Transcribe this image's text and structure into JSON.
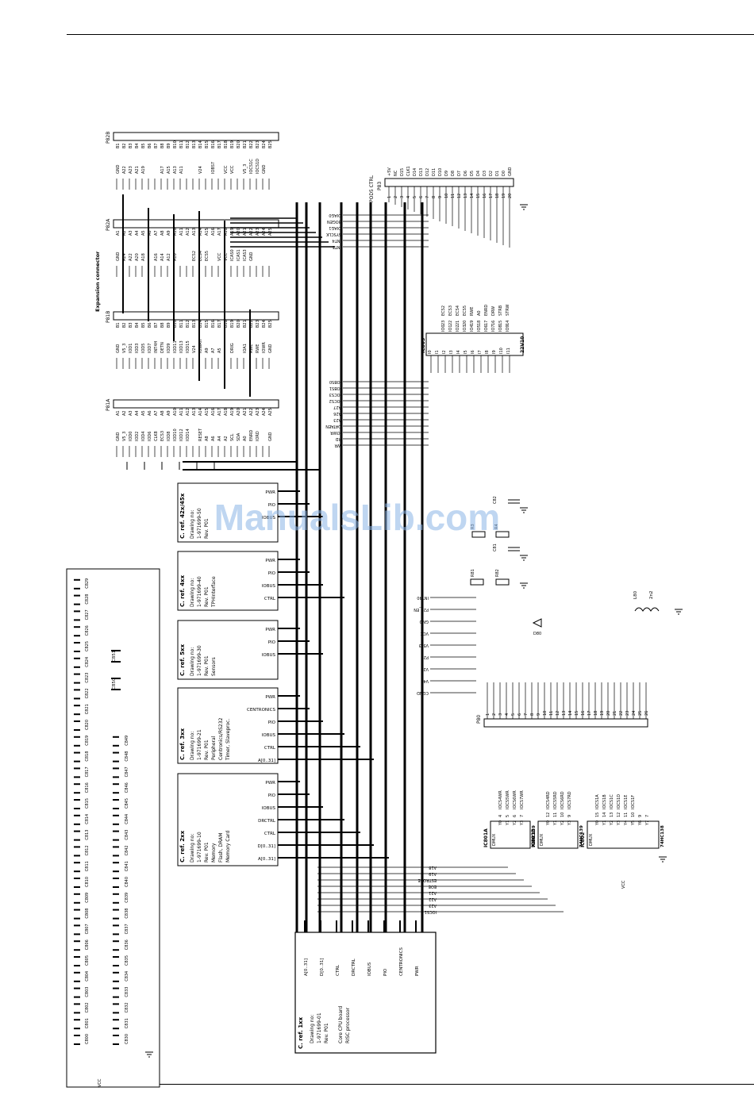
{
  "watermark": "ManualsLib.com",
  "modules": [
    {
      "ref": "C. ref. 42x/45x",
      "lines": [
        "Drawing no:",
        "1-971699-50",
        "Rev. P01"
      ],
      "signals": [
        "PWR",
        "PIO",
        "IOBUS"
      ]
    },
    {
      "ref": "C. ref. 4xx",
      "lines": [
        "Drawing no:",
        "1-971699-40",
        "Rev. P01",
        "TPHInterface"
      ],
      "signals": [
        "PWR",
        "PIO",
        "IOBUS",
        "CTRL"
      ]
    },
    {
      "ref": "C. ref. 5xx",
      "lines": [
        "Drawing no:",
        "1-971699-30",
        "Rev. P01",
        "Sensors"
      ],
      "signals": [
        "PWR",
        "PIO",
        "IOBUS"
      ]
    },
    {
      "ref": "C. ref. 3xx",
      "lines": [
        "Drawing no:",
        "1-971699-21",
        "Rev. P01",
        "Peripheral",
        "Centronics/RS232",
        "Timer, Slaveproc."
      ],
      "signals": [
        "PWR",
        "CENTRONICS",
        "PIO",
        "IOBUS",
        "CTRL",
        "A[0..31]"
      ]
    },
    {
      "ref": "C. ref. 2xx",
      "lines": [
        "Drawing no:",
        "1-971699-10",
        "Rev. P01",
        "Memory",
        "Flash, DRAM",
        "Memory Card"
      ],
      "signals": [
        "PWR",
        "PIO",
        "IOBUS",
        "DRCTRL",
        "CTRL",
        "D[0..31]",
        "A[0..31]"
      ]
    }
  ],
  "core": {
    "ref": "C. ref. 1xx",
    "lines": [
      "Drawing no:",
      "1-971699-01",
      "Rev. P01",
      "",
      "Core CPU board",
      "RISC processor"
    ],
    "signals": [
      "A[0..31]",
      "D[0..31]",
      "CTRL",
      "DRCTRL",
      "IOBUS",
      "PIO",
      "CENTRONICS",
      "PWR"
    ]
  },
  "expansion": {
    "title": "Expansion connector",
    "connectors": [
      {
        "name": "P82B",
        "pins": [
          "B1",
          "B2",
          "B3",
          "B4",
          "B5",
          "B6",
          "B7",
          "B8",
          "B9",
          "B10",
          "B11",
          "B12",
          "B13",
          "B14",
          "B15",
          "B16",
          "B17",
          "B18",
          "B19",
          "B20",
          "B21",
          "B22",
          "B23",
          "B24",
          "B25"
        ],
        "signals": [
          "GND",
          "A22",
          "A23",
          "A21",
          "A19",
          "",
          "",
          "A17",
          "A15",
          "A13",
          "A11",
          "",
          "",
          "V24",
          "",
          "IOBS7",
          "",
          "VCC",
          "VCC",
          "",
          "V5_3",
          "IOCS1C",
          "IOCS1D",
          "GND",
          ""
        ]
      },
      {
        "name": "P82A",
        "pins": [
          "A1",
          "A2",
          "A3",
          "A4",
          "A5",
          "A6",
          "A7",
          "A8",
          "A9",
          "A10",
          "A11",
          "A12",
          "A13",
          "A14",
          "A15",
          "A16",
          "A17",
          "A18",
          "A19",
          "A20",
          "A21",
          "A22",
          "A23",
          "A24",
          "A25"
        ],
        "signals": [
          "GND",
          "A24",
          "A22",
          "A20",
          "A18",
          "",
          "A16",
          "A14",
          "A12",
          "A10",
          "",
          "",
          "ECS2",
          "ECS4",
          "ECS5",
          "",
          "VCC",
          "VCC",
          "ICAS0",
          "ICAS1",
          "ICAS3",
          "GND",
          "",
          "",
          ""
        ]
      },
      {
        "name": "P81B",
        "pins": [
          "B1",
          "B2",
          "B3",
          "B4",
          "B5",
          "B6",
          "B7",
          "B8",
          "B9",
          "B10",
          "B11",
          "B12",
          "B13",
          "B14",
          "B15",
          "B16",
          "B17",
          "B18",
          "B19",
          "B20",
          "B21",
          "B22",
          "B23",
          "B24",
          "B25"
        ],
        "signals": [
          "GND",
          "V5_3",
          "IOD1",
          "IOD3",
          "IOD5",
          "IOD7",
          "INT4H",
          "DETN",
          "IOD9",
          "IOD11",
          "IOD13",
          "IOD15",
          "V24",
          "IOWAIT",
          "A9",
          "A7",
          "A5",
          "",
          "DRIG",
          "",
          "IOA1",
          "RWE",
          "RWE",
          "IOWR",
          "GND"
        ]
      },
      {
        "name": "P81A",
        "pins": [
          "A1",
          "A2",
          "A3",
          "A4",
          "A5",
          "A6",
          "A7",
          "A8",
          "A9",
          "A10",
          "A11",
          "A12",
          "A13",
          "A14",
          "A15",
          "A16",
          "A17",
          "A18",
          "A19",
          "A20",
          "A21",
          "A22",
          "A23",
          "A24",
          "A25"
        ],
        "signals": [
          "GND",
          "V5_3",
          "IOD0",
          "IOD2",
          "IOD4",
          "IOD6",
          "CLK8",
          "ECS3",
          "IOD8",
          "IOD10",
          "IOD12",
          "IOD14",
          "",
          "RESET",
          "A8",
          "A6",
          "A4",
          "A2",
          "SCL",
          "SDA",
          "A0",
          "ENRD",
          "IORD",
          "",
          "GND"
        ]
      }
    ]
  },
  "pod5": {
    "name": "P83",
    "title": "POD5 CTRL",
    "pins": [
      "1",
      "2",
      "3",
      "4",
      "5",
      "6",
      "7",
      "8",
      "9",
      "10",
      "11",
      "12",
      "13",
      "14",
      "15",
      "16",
      "17",
      "18",
      "19",
      "20"
    ],
    "signals": [
      "+5V",
      "NC",
      "D15",
      "CLK1",
      "D14",
      "D13",
      "D12",
      "D11",
      "D10",
      "D9",
      "D8",
      "D7",
      "D6",
      "D5",
      "D4",
      "D3",
      "D2",
      "D1",
      "D0",
      "GND"
    ]
  },
  "control_signals": [
    "DIAG0",
    "BOGEN",
    "DIAG1",
    "SYSCLK",
    "INT4",
    "INT5",
    "IOBS0",
    "IOBS1",
    "IOCS3",
    "IOCS2",
    "A27",
    "A26",
    "A23",
    "DATAEN",
    "IOWR",
    "RD",
    "WR"
  ],
  "ic803": {
    "name": "IC803",
    "part": "22V10",
    "inputs": [
      "I0",
      "I1",
      "I2",
      "I3",
      "I4",
      "I5",
      "I6",
      "I7",
      "I8",
      "I9",
      "I10",
      "I11"
    ],
    "outputs": [
      "IO0",
      "IO1",
      "IO2",
      "IO3",
      "IO4",
      "IO5",
      "IO6",
      "IO7",
      "IO8",
      "IO9"
    ],
    "out_pins": [
      "23",
      "22",
      "21",
      "20",
      "19",
      "18",
      "17",
      "16",
      "15",
      "14"
    ],
    "out_signals": [
      "ECS2",
      "ECS3",
      "ECS4",
      "ECS5",
      "RWE",
      "A0",
      "ENRD",
      "DRW",
      "STRB",
      "STRW"
    ]
  },
  "passives": [
    {
      "name": "C82"
    },
    {
      "name": "R3"
    },
    {
      "name": "R4"
    },
    {
      "name": "C81"
    },
    {
      "name": "R81"
    },
    {
      "name": "R82"
    },
    {
      "name": "L80",
      "value": "2n2"
    },
    {
      "name": "D80"
    }
  ],
  "p80": {
    "name": "P80",
    "pins": [
      "1",
      "2",
      "3",
      "4",
      "5",
      "6",
      "7",
      "8",
      "9",
      "10",
      "11",
      "12",
      "13",
      "14",
      "15",
      "16",
      "17",
      "18",
      "19",
      "20",
      "21",
      "22",
      "23",
      "24",
      "25",
      "26"
    ],
    "signals": [
      "INT40",
      "P24_EN",
      "GND",
      "VCC",
      "V5_3",
      "P24",
      "V24",
      "V42",
      "CGND"
    ]
  },
  "decoders": [
    {
      "name": "IC801A",
      "type": "DMUX",
      "part": "74HC139",
      "outputs": [
        "Y0",
        "Y1",
        "Y2",
        "Y3"
      ],
      "out_signals": [
        "IOCS4WR",
        "IOCS5WR",
        "IOCS6WR",
        "IOCS7WR"
      ],
      "pins": [
        "4",
        "5",
        "6",
        "7"
      ]
    },
    {
      "name": "IC801B",
      "type": "DMUX",
      "part": "74HC139",
      "outputs": [
        "Y0",
        "Y1",
        "Y2",
        "Y3"
      ],
      "out_signals": [
        "IOCS4RD",
        "IOCS5RD",
        "IOCS6RD",
        "IOCS7RD"
      ],
      "pins": [
        "12",
        "11",
        "10",
        "9"
      ]
    },
    {
      "name": "IC802",
      "type": "DMUX",
      "part": "74HC138",
      "outputs": [
        "Y0",
        "Y1",
        "Y2",
        "Y3",
        "Y4",
        "Y5",
        "Y6",
        "Y7"
      ],
      "out_signals": [
        "IOCS1A",
        "IOCS1B",
        "IOCS1C",
        "IOCS1D",
        "IOCS1E",
        "IOCS1F",
        "",
        ""
      ],
      "pins": [
        "15",
        "14",
        "13",
        "12",
        "11",
        "10",
        "9",
        "7"
      ]
    }
  ],
  "decoder_inputs": [
    "A18",
    "A19",
    "ESTROBE",
    "EOE",
    "A21",
    "A22",
    "A23",
    "IOCS1"
  ],
  "ground_labels": [
    "GND",
    "CGND",
    "VCC"
  ],
  "caps_outer": [
    "C800",
    "C801",
    "C802",
    "C803",
    "C804",
    "C805",
    "C806",
    "C807",
    "C808",
    "C809",
    "C810",
    "C811",
    "C812",
    "C813",
    "C814",
    "C815",
    "C816",
    "C817",
    "C818",
    "C819",
    "C820",
    "C821",
    "C822",
    "C823",
    "C824",
    "C825",
    "C826",
    "C827",
    "C828",
    "C829"
  ],
  "caps_inner": [
    "C830",
    "C831",
    "C832",
    "C833",
    "C834",
    "C835",
    "C836",
    "C837",
    "C838",
    "C839",
    "C840",
    "C841",
    "C842",
    "C843",
    "C844",
    "C845",
    "C846",
    "C847",
    "C848",
    "C849"
  ],
  "caps_big": [
    "C850",
    "C851"
  ]
}
